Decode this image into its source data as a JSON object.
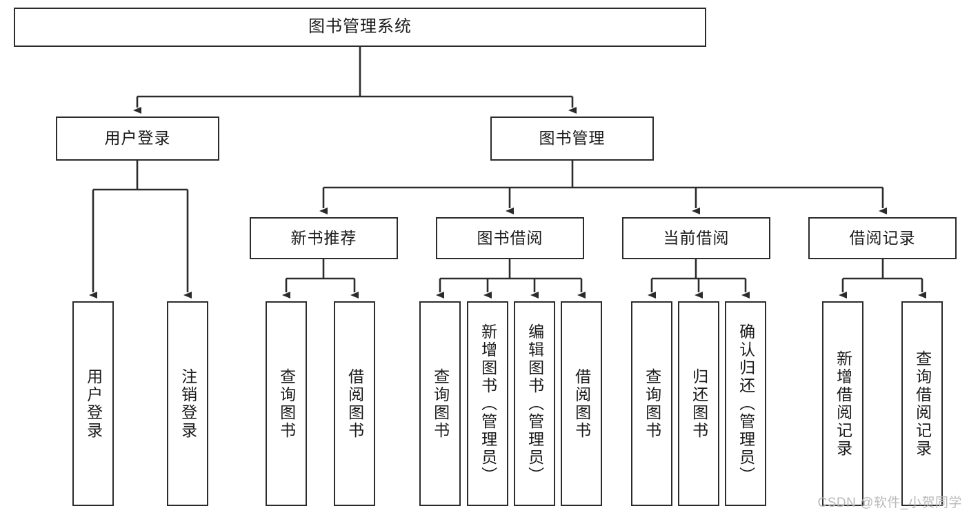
{
  "diagram": {
    "title": "图书管理系统",
    "type": "tree-structure-chart",
    "stroke_color": "#2b2b2b",
    "fill_color": "#ffffff",
    "text_color": "#1a1a1a",
    "watermark": "CSDN @软件_小贺同学"
  },
  "nodes": {
    "root": {
      "label": "图书管理系统",
      "level": 0
    },
    "level1": [
      {
        "id": "user-login",
        "label": "用户登录"
      },
      {
        "id": "book-manage",
        "label": "图书管理"
      }
    ],
    "level2": [
      {
        "id": "new-book-recommend",
        "label": "新书推荐",
        "parent": "book-manage"
      },
      {
        "id": "book-borrow",
        "label": "图书借阅",
        "parent": "book-manage"
      },
      {
        "id": "current-borrow",
        "label": "当前借阅",
        "parent": "book-manage"
      },
      {
        "id": "borrow-record",
        "label": "借阅记录",
        "parent": "book-manage"
      }
    ],
    "leaves": [
      {
        "id": "leaf-user-login",
        "label": "用户登录",
        "parent": "user-login"
      },
      {
        "id": "leaf-logout",
        "label": "注销登录",
        "parent": "user-login"
      },
      {
        "id": "leaf-query-book-1",
        "label": "查询图书",
        "parent": "new-book-recommend"
      },
      {
        "id": "leaf-borrow-book-1",
        "label": "借阅图书",
        "parent": "new-book-recommend"
      },
      {
        "id": "leaf-query-book-2",
        "label": "查询图书",
        "parent": "book-borrow"
      },
      {
        "id": "leaf-add-book",
        "label": "新增图书（管理员）",
        "parent": "book-borrow"
      },
      {
        "id": "leaf-edit-book",
        "label": "编辑图书（管理员）",
        "parent": "book-borrow"
      },
      {
        "id": "leaf-borrow-book-2",
        "label": "借阅图书",
        "parent": "book-borrow"
      },
      {
        "id": "leaf-query-book-3",
        "label": "查询图书",
        "parent": "current-borrow"
      },
      {
        "id": "leaf-return-book",
        "label": "归还图书",
        "parent": "current-borrow"
      },
      {
        "id": "leaf-confirm-return",
        "label": "确认归还（管理员）",
        "parent": "current-borrow"
      },
      {
        "id": "leaf-add-record",
        "label": "新增借阅记录",
        "parent": "borrow-record"
      },
      {
        "id": "leaf-query-record",
        "label": "查询借阅记录",
        "parent": "borrow-record"
      }
    ]
  }
}
